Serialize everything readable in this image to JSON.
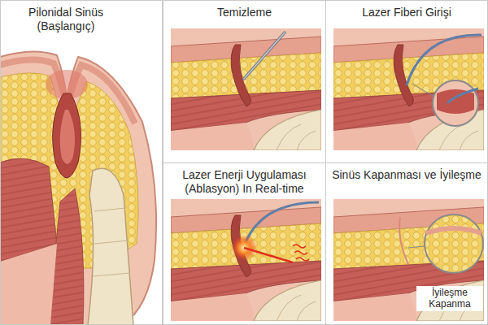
{
  "diagram": {
    "nodes": [
      {
        "text": [
          "Pilonidal Sinüs (Başlangıç)"
        ]
      },
      {
        "text": [
          "Temizleme"
        ]
      },
      {
        "text": [
          "Lazer Fiberi Girişi"
        ]
      },
      {
        "text": [
          "Lazer Enerji Uygulaması (Ablasyon) In Real-time"
        ]
      },
      {
        "text": [
          "Sinüs Kapanması ve İyileşme"
        ]
      }
    ],
    "labels": [
      "İyileşme Kapanma"
    ]
  }
}
